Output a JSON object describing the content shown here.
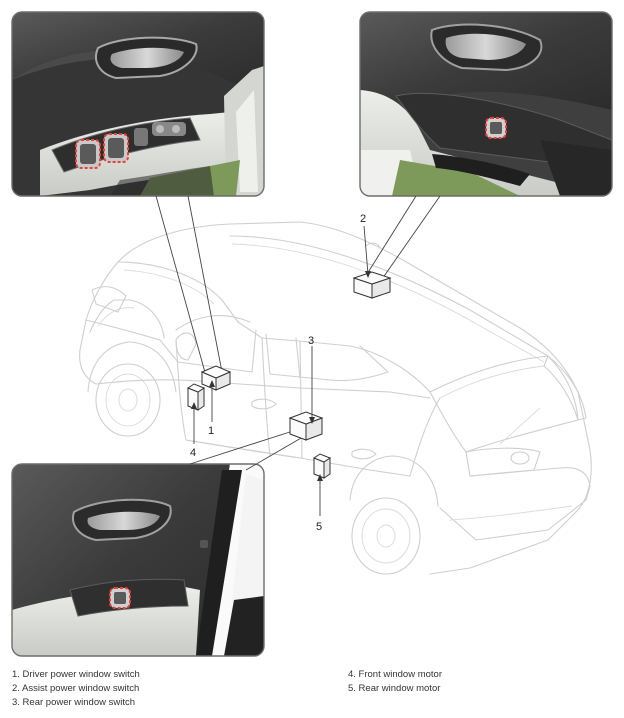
{
  "callouts": [
    "1",
    "2",
    "3",
    "4",
    "5"
  ],
  "legend": {
    "left": [
      "1. Driver power window switch",
      "2. Assist power window switch",
      "3. Rear power window switch"
    ],
    "right": [
      "4. Front window motor",
      "5. Rear window motor"
    ]
  },
  "colors": {
    "highlight": "#e8403a",
    "panel_dark": "#3e3e3e",
    "trim_light": "#d9dcd8",
    "glass_green": "#7d9a5a"
  }
}
